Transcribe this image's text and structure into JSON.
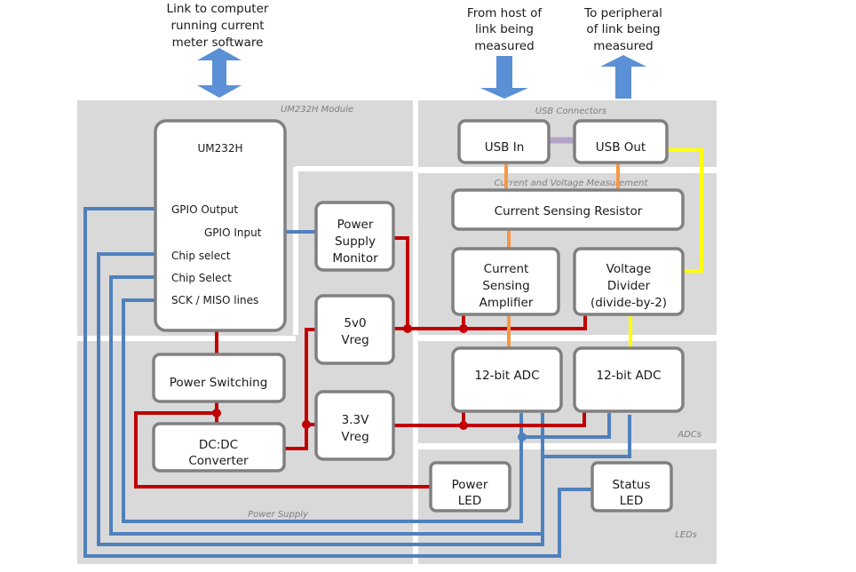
{
  "captions": {
    "computer_link": [
      "Link to computer",
      "running current",
      "meter software"
    ],
    "from_host": [
      "From host of",
      "link being",
      "measured"
    ],
    "to_peripheral": [
      "To peripheral",
      "of link being",
      "measured"
    ]
  },
  "regions": {
    "um232h_module": "UM232H Module",
    "usb_connectors": "USB Connectors",
    "measurement": "Current and Voltage Measurement",
    "adcs": "ADCs",
    "power_supply": "Power Supply",
    "leds": "LEDs"
  },
  "blocks": {
    "um232h": {
      "title": "UM232H",
      "pins": {
        "gpio_output": "GPIO Output",
        "gpio_input": "GPIO Input",
        "chip_select_1": "Chip select",
        "chip_select_2": "Chip Select",
        "sck_miso": "SCK / MISO lines"
      }
    },
    "power_supply_monitor": [
      "Power",
      "Supply",
      "Monitor"
    ],
    "vreg_5v0": [
      "5v0",
      "Vreg"
    ],
    "vreg_3v3": [
      "3.3V",
      "Vreg"
    ],
    "power_switching": "Power Switching",
    "dcdc_converter": [
      "DC:DC",
      "Converter"
    ],
    "usb_in": "USB In",
    "usb_out": "USB Out",
    "current_sensing_resistor": "Current Sensing Resistor",
    "current_sensing_amplifier": [
      "Current",
      "Sensing",
      "Amplifier"
    ],
    "voltage_divider": [
      "Voltage",
      "Divider",
      "(divide-by-2)"
    ],
    "adc_current": "12-bit ADC",
    "adc_voltage": "12-bit ADC",
    "power_led": [
      "Power",
      "LED"
    ],
    "status_led": [
      "Status",
      "LED"
    ]
  },
  "colors": {
    "power_rail": "#c00000",
    "data_line": "#4f81bd",
    "current_path": "#f79646",
    "voltage_path": "#ffff00",
    "usb_data": "#b3a2c7",
    "arrow": "#5b8fd6",
    "region_fill": "#d9d9d9",
    "block_border": "#808080"
  }
}
